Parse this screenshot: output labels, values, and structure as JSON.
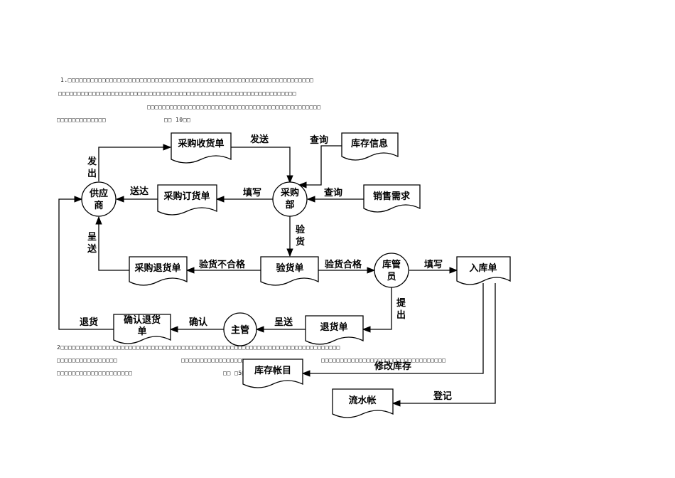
{
  "intro_lines": [
    "1.□□□□□□□□□□□□□□□□□□□□□□□□□□□□□□□□□□□□□□□□□□□□□□□□□□□□□□□□□□□□□□□□□",
    "□□□□□□□□□□□□□□□□□□□□□□□□□□□□□□□□□□□□□□□□□□□□□□□□□□□□□□□□□□□□□□□",
    "□□□□□□□□□□□□□□□□□□□□□□□□□□□□□□□□□□□□□□□□□□□□□□",
    "□□□□□□□□□□□□□",
    "□□ 10□□"
  ],
  "outro_lines": [
    "2□□□□□□□□□□□□□□□□□□□□□□□□□□□□□□□□□□□□□□□□□□□□□□□□□□□□□□□□□□□□□□□□□□□□□□□□□□",
    "□□□□□□□□□□□□□□□□",
    "□□□□□□□□□□□□□□□□□",
    "□□□□□□□□□□□□□□□□□□□□□□□□□□□□□□□□□",
    "□□□□□□□□□□□□□□□□□□□□",
    "□□ □5□□"
  ],
  "nodes": {
    "supplier": [
      "供应",
      "商"
    ],
    "purchase_dept": [
      "采购",
      "部"
    ],
    "warehouse_keeper": [
      "库管",
      "员"
    ],
    "supervisor": "主管",
    "receipt": "采购收货单",
    "inventory_info": "库存信息",
    "order": "采购订货单",
    "sales_demand": "销售需求",
    "return_purchase": "采购退货单",
    "inspection": "验货单",
    "storage": "入库单",
    "return_sheet": "退货单",
    "confirm_return": [
      "确认退货",
      "单"
    ],
    "stock_ledger": "库存帐目",
    "journal": "流水帐"
  },
  "edges": {
    "dispatch": [
      "发",
      "出"
    ],
    "send": "发送",
    "query1": "查询",
    "deliver": "送达",
    "fill1": "填写",
    "query2": "查询",
    "inspect": [
      "验",
      "货"
    ],
    "submit": [
      "呈",
      "送"
    ],
    "fail": "验货不合格",
    "pass": "验货合格",
    "fill2": "填写",
    "extract": [
      "提",
      "出"
    ],
    "return_goods": "退货",
    "confirm": "确认",
    "present": "呈送",
    "modify_stock": "修改库存",
    "register": "登记"
  }
}
